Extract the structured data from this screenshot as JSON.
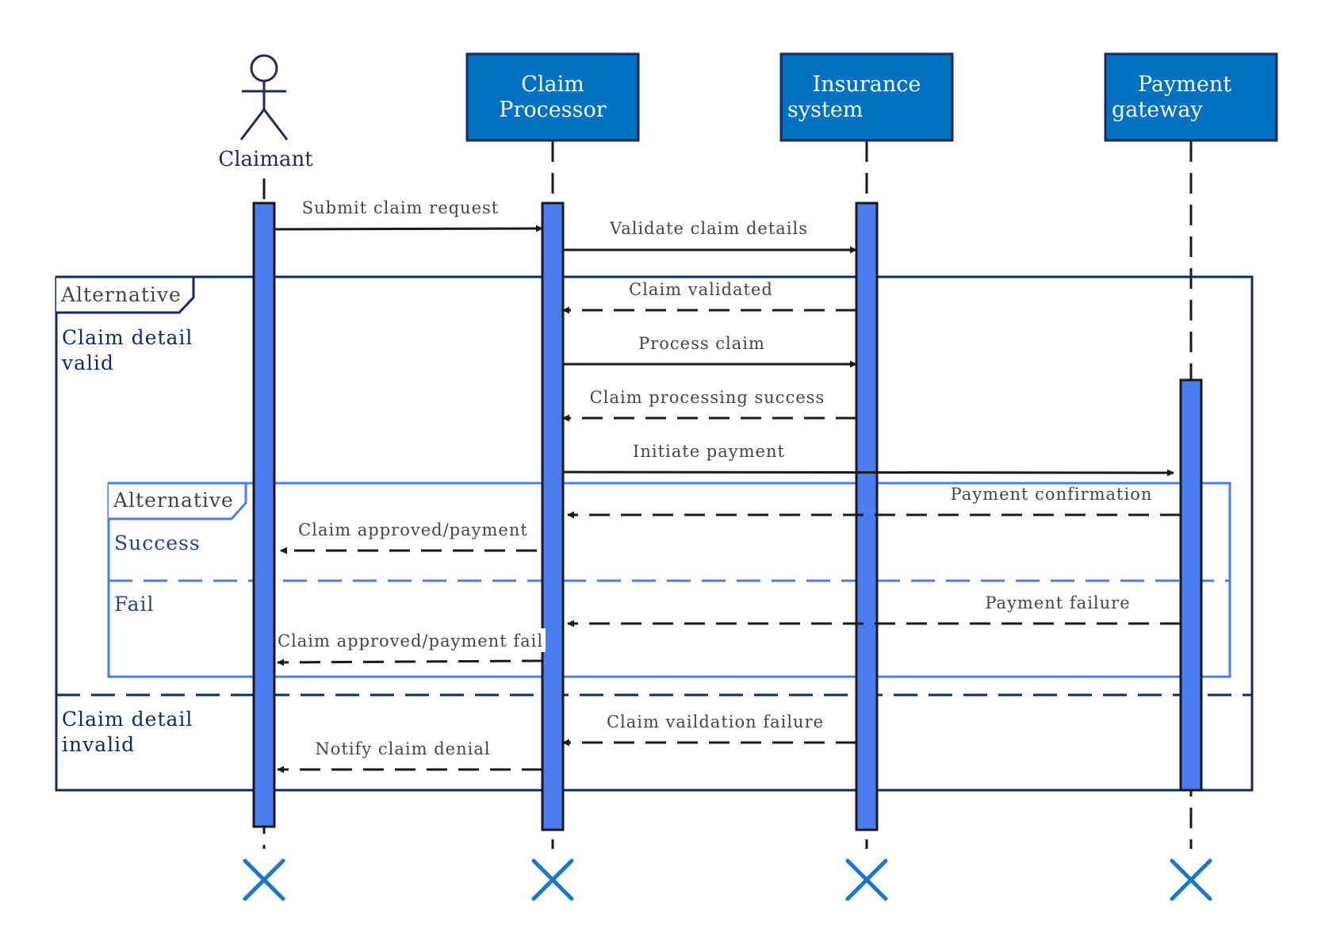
{
  "participants": {
    "claimant": "Claimant",
    "processor": [
      "Claim",
      "Processor"
    ],
    "insurance": [
      "Insurance",
      "system"
    ],
    "payment": [
      "Payment",
      "gateway"
    ]
  },
  "messages": {
    "submit": "Submit claim request",
    "validate": "Validate claim details",
    "validated": "Claim validated",
    "process": "Process claim",
    "processing_success": "Claim processing success",
    "initiate_payment": "Initiate payment",
    "payment_confirmation": "Payment confirmation",
    "approved_payment": "Claim approved/payment",
    "payment_failure": "Payment failure",
    "approved_payment_fail": "Claim approved/payment fail",
    "validation_failure": "Claim vaildation failure",
    "notify_denial": "Notify claim denial"
  },
  "frames": {
    "outer": {
      "title": "Alternative",
      "guard_valid": [
        "Claim detail",
        "valid"
      ],
      "guard_invalid": [
        "Claim detail",
        "invalid"
      ]
    },
    "inner": {
      "title": "Alternative",
      "guard_success": "Success",
      "guard_fail": "Fail"
    }
  },
  "colors": {
    "header_fill": "#0070c0",
    "header_border": "#1f2a5a",
    "activation_fill": "#4a7ef0",
    "outer_frame": "#0f2a6b",
    "inner_frame": "#4a7ee8",
    "destroy_mark": "#1a78c8"
  }
}
